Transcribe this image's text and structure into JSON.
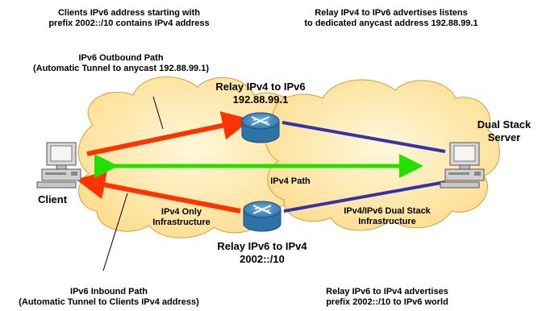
{
  "annotations": {
    "clients_prefix": [
      "Clients IPv6 address starting with",
      "prefix 2002::/10 contains IPv4 address"
    ],
    "relay_listens": [
      "Relay IPv4 to IPv6 advertises listens",
      "to dedicated anycast address 192.88.99.1"
    ],
    "outbound_path": [
      "IPv6 Outbound Path",
      "(Automatic Tunnel to anycast 192.88.99.1)"
    ],
    "inbound_path": [
      "IPv6 Inbound Path",
      "(Automatic Tunnel to Clients IPv4 address)"
    ],
    "relay_advertises": [
      "Relay IPv6 to IPv4 advertises",
      "prefix 2002::/10 to IPv6 world"
    ]
  },
  "nodes": {
    "relay_top": [
      "Relay IPv4 to IPv6",
      "192.88.99.1"
    ],
    "relay_bottom": [
      "Relay IPv6 to IPv4",
      "2002::/10"
    ],
    "client": "Client",
    "server": [
      "Dual Stack",
      "Server"
    ]
  },
  "regions": {
    "ipv4_path": "IPv4 Path",
    "ipv4_only": [
      "IPv4 Only",
      "Infrastructure"
    ],
    "dual_stack": [
      "IPv4/IPv6  Dual Stack",
      "Infrastructure"
    ]
  },
  "colors": {
    "cloud_fill": "#FFE39E",
    "ipv6_tunnel": "#FF3300",
    "ipv6_native": "#3333AA",
    "ipv4_path": "#22E000",
    "router_body": "#2E73A8"
  },
  "icons": [
    "computer-icon",
    "router-icon",
    "cloud-shape"
  ]
}
